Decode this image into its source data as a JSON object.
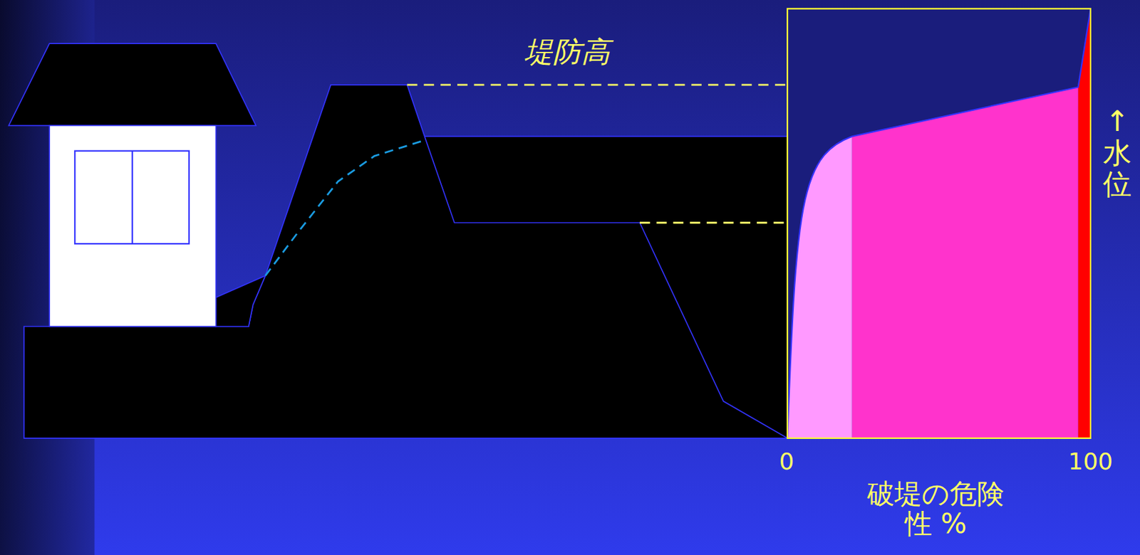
{
  "diagram": {
    "labels": [
      "堤防高",
      "↑水位",
      "0",
      "100",
      "破堤の危険性 %"
    ]
  }
}
